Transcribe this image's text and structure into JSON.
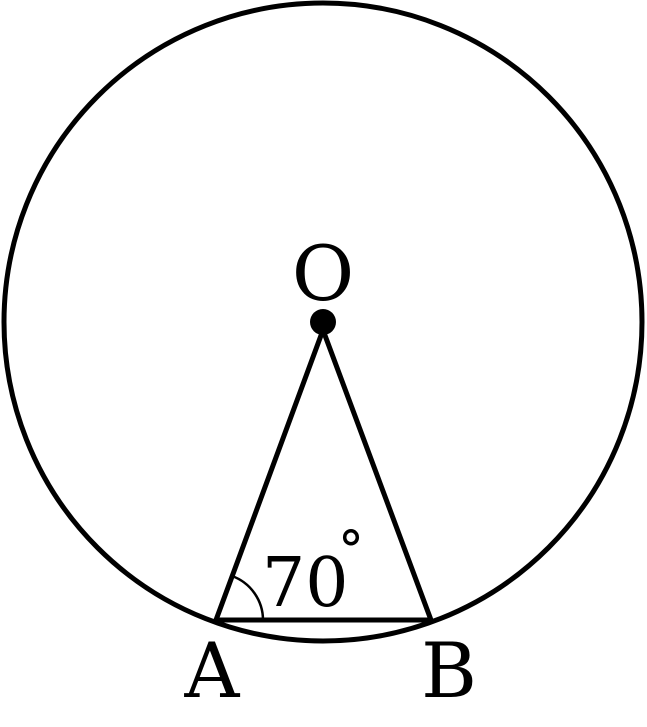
{
  "points": {
    "center": "O",
    "left": "A",
    "right": "B"
  },
  "angle": {
    "vertex": "A",
    "value": "70",
    "unit": "°"
  },
  "colors": {
    "ink": "#000000",
    "background": "#ffffff"
  }
}
